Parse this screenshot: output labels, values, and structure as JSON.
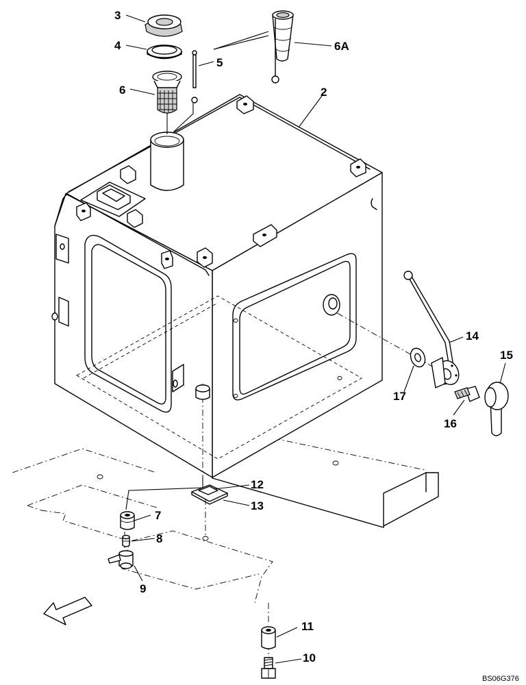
{
  "callouts": {
    "c2": "2",
    "c3": "3",
    "c4": "4",
    "c5": "5",
    "c6": "6",
    "c6a": "6A",
    "c7": "7",
    "c8": "8",
    "c9": "9",
    "c10": "10",
    "c11": "11",
    "c12": "12",
    "c13": "13",
    "c14": "14",
    "c15": "15",
    "c16": "16",
    "c17": "17"
  },
  "figure_code": "BS06G376"
}
